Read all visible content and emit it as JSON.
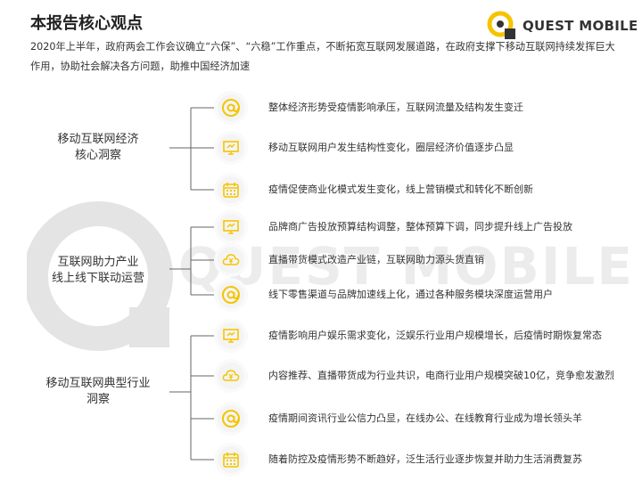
{
  "header": {
    "title": "本报告核心观点",
    "brand": "QUEST MOBILE",
    "intro": "2020年上半年，政府两会工作会议确立“六保”、“六稳”工作重点，不断拓宽互联网发展道路，在政府支撑下移动互联网持续发挥巨大作用，协助社会解决各方问题，助推中国经济加速"
  },
  "accent_color": "#f5c400",
  "watermark_text": "QUEST MOBILE",
  "categories": [
    {
      "lines": [
        "移动互联网经济",
        "核心洞察"
      ],
      "items": [
        {
          "icon": "at-icon",
          "text": "整体经济形势受疫情影响承压，互联网流量及结构发生变迁"
        },
        {
          "icon": "monitor-icon",
          "text": "移动互联网用户发生结构性变化，圈层经济价值逐步凸显"
        },
        {
          "icon": "calendar-icon",
          "text": "疫情促使商业化模式发生变化，线上营销模式和转化不断创新"
        }
      ]
    },
    {
      "lines": [
        "互联网助力产业",
        "线上线下联动运营"
      ],
      "items": [
        {
          "icon": "monitor-icon",
          "text": "品牌商广告投放预算结构调整，整体预算下调，同步提升线上广告投放"
        },
        {
          "icon": "cloud-yen-icon",
          "text": "直播带货模式改造产业链，互联网助力源头货直销"
        },
        {
          "icon": "at-icon",
          "text": "线下零售渠道与品牌加速线上化，通过各种服务模块深度运营用户"
        }
      ]
    },
    {
      "lines": [
        "移动互联网典型行业",
        "洞察"
      ],
      "items": [
        {
          "icon": "monitor-icon",
          "text": "疫情影响用户娱乐需求变化，泛娱乐行业用户规模增长，后疫情时期恢复常态"
        },
        {
          "icon": "cloud-yen-icon",
          "text": "内容推荐、直播带货成为行业共识，电商行业用户规模突破10亿，竞争愈发激烈"
        },
        {
          "icon": "at-icon",
          "text": "疫情期间资讯行业公信力凸显，在线办公、在线教育行业成为增长领头羊"
        },
        {
          "icon": "calendar-icon",
          "text": "随着防控及疫情形势不断趋好，泛生活行业逐步恢复并助力生活消费复苏"
        }
      ]
    }
  ]
}
